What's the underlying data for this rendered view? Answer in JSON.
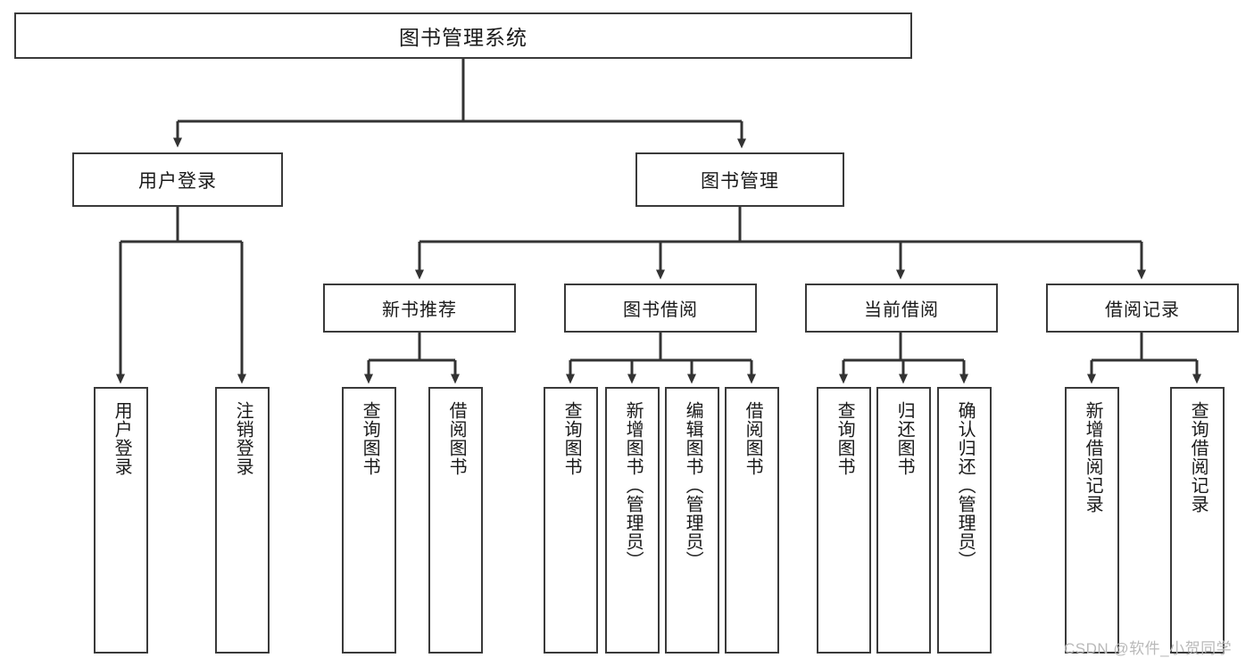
{
  "diagram": {
    "title": "图书管理系统",
    "type": "tree",
    "watermark": "CSDN @软件_小贺同学",
    "colors": {
      "box_border": "#3a3a3a",
      "box_fill": "#ffffff",
      "connector": "#333333",
      "text": "#1a1a1a",
      "watermark": "#b9b9b9"
    },
    "levels": {
      "root": {
        "label": "图书管理系统"
      },
      "level2": [
        {
          "label": "用户登录"
        },
        {
          "label": "图书管理"
        }
      ],
      "level3": [
        {
          "label": "新书推荐"
        },
        {
          "label": "图书借阅"
        },
        {
          "label": "当前借阅"
        },
        {
          "label": "借阅记录"
        }
      ],
      "leaves": [
        {
          "label": "用户登录",
          "parent": "用户登录"
        },
        {
          "label": "注销登录",
          "parent": "用户登录"
        },
        {
          "label": "查询图书",
          "parent": "新书推荐"
        },
        {
          "label": "借阅图书",
          "parent": "新书推荐"
        },
        {
          "label": "查询图书",
          "parent": "图书借阅"
        },
        {
          "label": "新增图书（管理员）",
          "parent": "图书借阅"
        },
        {
          "label": "编辑图书（管理员）",
          "parent": "图书借阅"
        },
        {
          "label": "借阅图书",
          "parent": "图书借阅"
        },
        {
          "label": "查询图书",
          "parent": "当前借阅"
        },
        {
          "label": "归还图书",
          "parent": "当前借阅"
        },
        {
          "label": "确认归还（管理员）",
          "parent": "当前借阅"
        },
        {
          "label": "新增借阅记录",
          "parent": "借阅记录"
        },
        {
          "label": "查询借阅记录",
          "parent": "借阅记录"
        }
      ]
    }
  }
}
